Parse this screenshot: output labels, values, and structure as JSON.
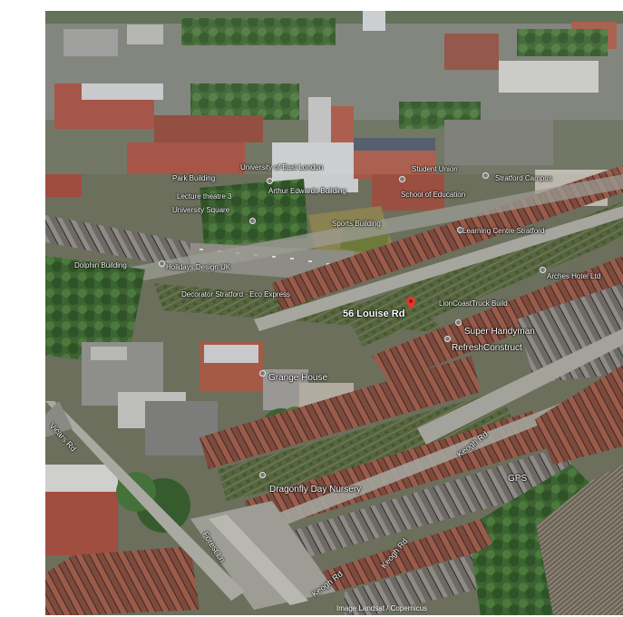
{
  "map": {
    "center_label": "56 Louise Rd",
    "labels": [
      "University of East London",
      "Student Union",
      "Lecture theatre 3",
      "Arthur Edwards Building",
      "Sports Building",
      "School of Education",
      "Stratford Campus",
      "University Square",
      "Learning Centre Stratford",
      "Park Building",
      "Holidays Design UK",
      "Dolphin Building",
      "Decorator Stratford - Eco Express",
      "LionCoastTruck Build",
      "Super Handyman",
      "RefreshConstruct",
      "Arches Hotel Ltd",
      "Grange House",
      "Dragonfly Day Nursery",
      "GPS"
    ],
    "roads": [
      "Vicars Rd",
      "Keogh Rd",
      "Keogh Rd",
      "Keogh Rd",
      "Forest Ln"
    ],
    "attribution": "Image Landsat / Copernicus",
    "colors": {
      "roof_red": "#8f4a3c",
      "roof_grey": "#8a8a86",
      "tree_green": "#3f6b34",
      "road_grey": "#a8a8a0",
      "pin_red": "#e0382c"
    }
  }
}
